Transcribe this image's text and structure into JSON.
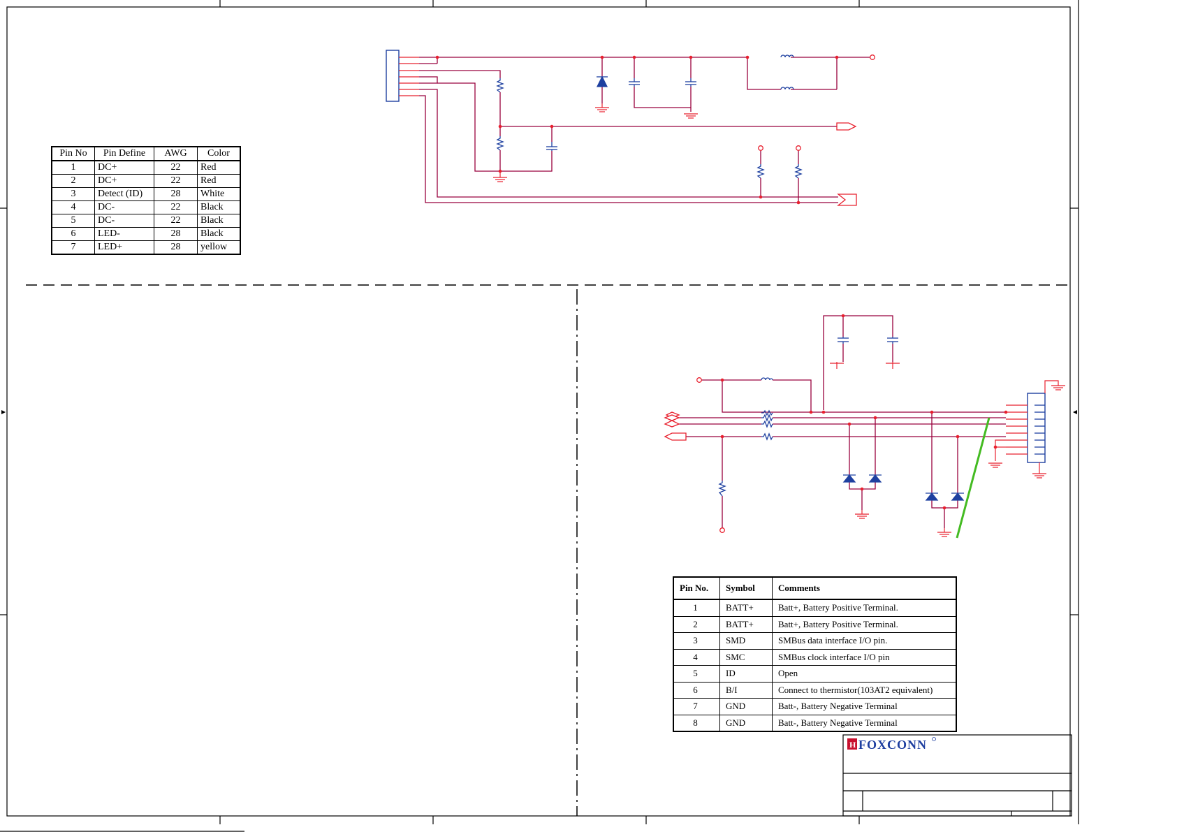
{
  "connector_table": {
    "headers": [
      "Pin No",
      "Pin Define",
      "AWG",
      "Color"
    ],
    "rows": [
      [
        "1",
        "DC+",
        "22",
        "Red"
      ],
      [
        "2",
        "DC+",
        "22",
        "Red"
      ],
      [
        "3",
        "Detect (ID)",
        "28",
        "White"
      ],
      [
        "4",
        "DC-",
        "22",
        "Black"
      ],
      [
        "5",
        "DC-",
        "22",
        "Black"
      ],
      [
        "6",
        "LED-",
        "28",
        "Black"
      ],
      [
        "7",
        "LED+",
        "28",
        "yellow"
      ]
    ]
  },
  "battery_table": {
    "headers": [
      "Pin No.",
      "Symbol",
      "Comments"
    ],
    "rows": [
      [
        "1",
        "BATT+",
        "Batt+, Battery Positive Terminal."
      ],
      [
        "2",
        "BATT+",
        "Batt+, Battery Positive Terminal."
      ],
      [
        "3",
        "SMD",
        "SMBus data interface I/O pin."
      ],
      [
        "4",
        "SMC",
        "SMBus clock interface I/O pin"
      ],
      [
        "5",
        "ID",
        "Open"
      ],
      [
        "6",
        "B/I",
        "Connect to thermistor(103AT2 equivalent)"
      ],
      [
        "7",
        "GND",
        "Batt-, Battery Negative Terminal"
      ],
      [
        "8",
        "GND",
        "Batt-, Battery Negative Terminal"
      ]
    ]
  },
  "title_block": {
    "company_logo": "FOXCONN"
  },
  "colors": {
    "wire": "#99003d",
    "pin": "#e8202e",
    "component": "#1e40a0",
    "green_mark": "#44bb22",
    "border": "#000000"
  }
}
